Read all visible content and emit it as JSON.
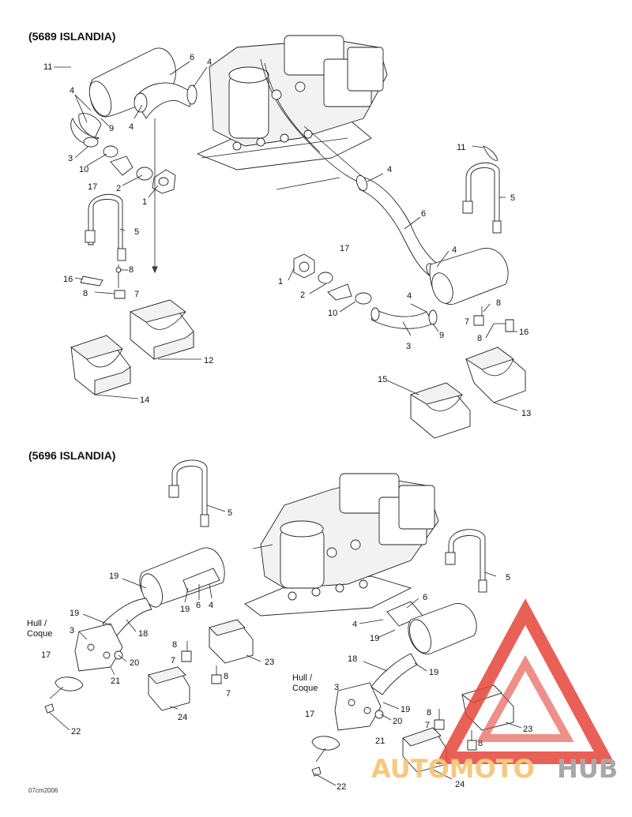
{
  "sections": [
    {
      "title": "(5689 ISLANDIA)"
    },
    {
      "title": "(5696 ISLANDIA)"
    }
  ],
  "callouts_top": [
    "11",
    "6",
    "4",
    "4",
    "9",
    "3",
    "4",
    "10",
    "17",
    "2",
    "1",
    "5",
    "16",
    "8",
    "8",
    "7",
    "12",
    "14",
    "11",
    "5",
    "4",
    "6",
    "17",
    "1",
    "2",
    "10",
    "4",
    "3",
    "9",
    "8",
    "7",
    "8",
    "16",
    "4",
    "15",
    "13"
  ],
  "callouts_bottom": [
    "5",
    "5",
    "19",
    "19",
    "6",
    "4",
    "19",
    "18",
    "3",
    "17",
    "20",
    "21",
    "8",
    "7",
    "8",
    "7",
    "23",
    "24",
    "22",
    "6",
    "4",
    "19",
    "18",
    "19",
    "3",
    "19",
    "17",
    "20",
    "21",
    "8",
    "7",
    "8",
    "23",
    "24",
    "22"
  ],
  "hull_labels": [
    "Hull /",
    "Coque"
  ],
  "drawing_ref": "07cm2006",
  "watermark": {
    "part1": "AUTOMOTO",
    "part2": "HUB",
    "accent_color": "#f5a623",
    "triangle_color": "#e6453a"
  }
}
